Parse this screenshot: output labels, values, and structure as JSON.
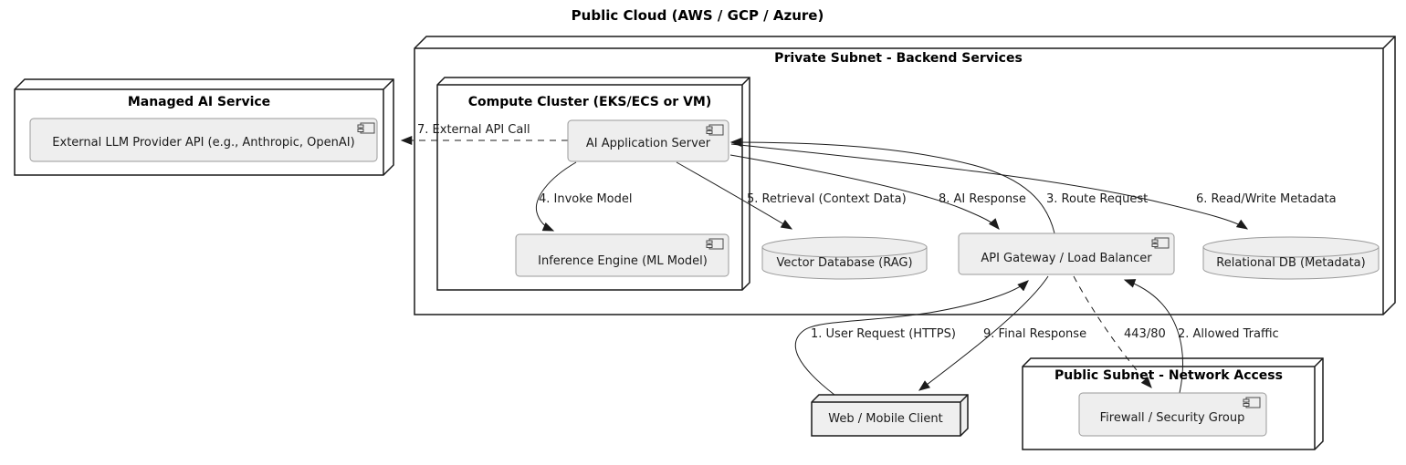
{
  "title": "Public Cloud (AWS / GCP / Azure)",
  "containers": {
    "private_subnet": {
      "label": "Private Subnet - Backend Services"
    },
    "managed_ai": {
      "label": "Managed AI Service"
    },
    "compute_cluster": {
      "label": "Compute Cluster (EKS/ECS or VM)"
    },
    "public_subnet": {
      "label": "Public Subnet - Network Access"
    }
  },
  "nodes": {
    "llm_api": {
      "label": "External LLM Provider API (e.g., Anthropic, OpenAI)",
      "shape": "component"
    },
    "app_server": {
      "label": "AI Application Server",
      "shape": "component"
    },
    "inference_engine": {
      "label": "Inference Engine (ML Model)",
      "shape": "component"
    },
    "vector_db": {
      "label": "Vector Database (RAG)",
      "shape": "database"
    },
    "api_gateway": {
      "label": "API Gateway / Load Balancer",
      "shape": "component"
    },
    "relational_db": {
      "label": "Relational DB (Metadata)",
      "shape": "database"
    },
    "web_client": {
      "label": "Web / Mobile Client",
      "shape": "node"
    },
    "firewall": {
      "label": "Firewall / Security Group",
      "shape": "component"
    }
  },
  "edges": [
    {
      "label": "1. User Request (HTTPS)",
      "from": "Web / Mobile Client",
      "to": "API Gateway / Load Balancer",
      "line": "solid"
    },
    {
      "label": "2. Allowed Traffic",
      "from": "Firewall / Security Group",
      "to": "API Gateway / Load Balancer",
      "line": "solid"
    },
    {
      "label": "3. Route Request",
      "from": "API Gateway / Load Balancer",
      "to": "AI Application Server",
      "line": "solid"
    },
    {
      "label": "4. Invoke Model",
      "from": "AI Application Server",
      "to": "Inference Engine (ML Model)",
      "line": "solid"
    },
    {
      "label": "5. Retrieval (Context Data)",
      "from": "AI Application Server",
      "to": "Vector Database (RAG)",
      "line": "solid"
    },
    {
      "label": "6. Read/Write Metadata",
      "from": "AI Application Server",
      "to": "Relational DB (Metadata)",
      "line": "solid"
    },
    {
      "label": "7. External API Call",
      "from": "AI Application Server",
      "to": "External LLM Provider API (e.g., Anthropic, OpenAI)",
      "line": "dashed"
    },
    {
      "label": "8. AI Response",
      "from": "AI Application Server",
      "to": "API Gateway / Load Balancer",
      "line": "solid"
    },
    {
      "label": "9. Final Response",
      "from": "API Gateway / Load Balancer",
      "to": "Web / Mobile Client",
      "line": "solid"
    },
    {
      "label": "443/80",
      "from": "API Gateway / Load Balancer",
      "to": "Firewall / Security Group",
      "line": "dashed"
    }
  ],
  "colors": {
    "background": "#FFFFFF",
    "node_fill": "#FFFFFF",
    "client_node_fill": "#EFEFEF",
    "component_fill": "#EEEEEE",
    "component_border": "#9A9A9A",
    "container_border": "#1A1A1A",
    "edge_line": "#1B1B1B",
    "text": "#121212"
  }
}
